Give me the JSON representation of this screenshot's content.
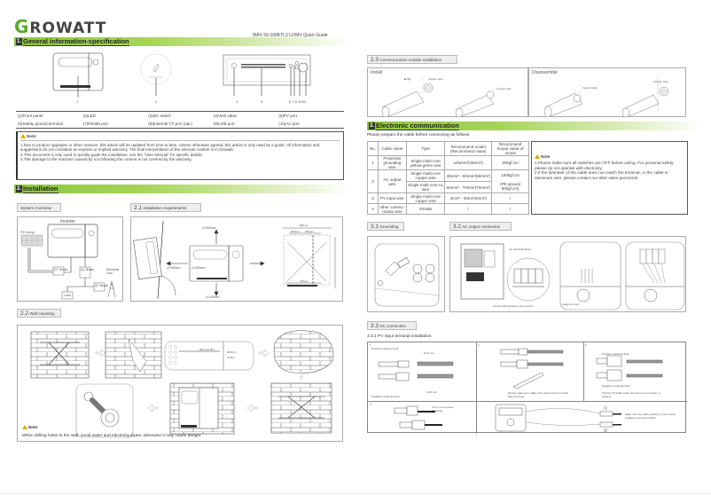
{
  "brand": {
    "logo_first": "G",
    "logo_rest": "ROWATT",
    "accent": "#8cc63f"
  },
  "doc_title": "MAX 50-100KTL3 LV/MV Quick Guide",
  "section1": {
    "num": "1.",
    "title": "General information-specification",
    "callouts": [
      "1",
      "2",
      "4",
      "5",
      "6",
      "7",
      "8",
      "10",
      "9",
      "3"
    ],
    "callout_group": "6 7  8 1093",
    "spec_items_row1": [
      "(1)Front panel",
      "(2)LED",
      "(3)DC switch",
      "(4)Vent valve",
      "(5)PV port"
    ],
    "spec_items_row2": [
      "(6)Safety ground terminal",
      "(7)RS485 port",
      "(8)External CT port  (opt.)",
      "(9)USB port",
      "(10)AC port"
    ],
    "note_title": "Note:",
    "notes": [
      "1.Due to product upgrades or other reasons, this article will be updated from time to time. Unless otherwise agreed, this article is only used as a guide. All information and suggestions do not constitute an express or implied warranty. The final interpretation of the relevant content is in Growatt",
      "2.This document is only used to quickly guide the installation, see the \"User Manual\" for specific details.",
      "3.The damage to the machine caused by not following the content is not covered by the warranty."
    ]
  },
  "section2": {
    "num": "2.",
    "title": "Installation",
    "system_overview": {
      "tab": "System  Overview",
      "inverter": "Inverter",
      "pv_array": "PV Array",
      "dc_break": "DC Break",
      "ac_break1": "AC Break",
      "ac_break2": "AC Break",
      "electrical_grid": "Electrical Grid",
      "load": "Load"
    },
    "requirements": {
      "tab_num": "2.1",
      "tab_label": "Installation  requirements",
      "clear_top": "≥1000mm",
      "clear_bottom": "≥1000mm",
      "clear_left": "≥1000mm",
      "clear_side": "≥1000mm",
      "dim_width": "860mm",
      "dim_hole_a": "533mm",
      "dim_hole_b": "350mm",
      "dim_height": "600mm",
      "dim_side": "340mm",
      "dim_bottom": "730mm"
    },
    "wall_mounting": {
      "tab_num": "2.2",
      "tab_label": "Wall mounting",
      "hole_spacing": "60mm(2.36\")",
      "hole_diameter": "Ø10mm",
      "hole_diameter_in": "(0.39\")",
      "note_title": "Note:",
      "note_text": "When drilling holes in the wall, avoid water and electricity pipes, otherwise it may cause danger."
    },
    "comm_module": {
      "tab_num": "2.3",
      "tab_label": "Communication module installation",
      "install": "Install",
      "disassemble": "Disassemble",
      "up": "▲Up",
      "inverter_side": "Inverter side"
    }
  },
  "section3": {
    "num": "3.",
    "title": "Electronic communication",
    "intro": "Please prepare the cable before connecting as follows.",
    "table_headers": [
      "No.",
      "Cable name",
      "Type",
      "Recommend model (Recommend value)",
      "Recommend troque value of screw"
    ],
    "table_rows": [
      {
        "no": "1",
        "name": "Protective grounding wire",
        "type": "Single  multi-core yellow-green wire",
        "model": "≥25mm²(25mm²)",
        "torque": "60kgf.cm"
      },
      {
        "no": "2",
        "name": "AC output wire",
        "type": "Single multi-core copper wire",
        "model": "35mm² - 50mm²(50mm²)",
        "torque": "100kgf.cm"
      },
      {
        "no": "",
        "name": "",
        "type": "Single multi-core AL  wire",
        "model": "50mm² - 70mm²(70mm²)",
        "torque": "(PE ground 60kgf.cm)"
      },
      {
        "no": "3",
        "name": "PV input wire",
        "type": "Single multi-core copper wire",
        "model": "4mm² - 6mm²(4mm²)",
        "torque": "/"
      },
      {
        "no": "4",
        "name": "other commu-nicatio wire",
        "type": "RS485",
        "model": "/",
        "torque": "/"
      }
    ],
    "note_title": "Note",
    "notes": [
      "1.Please make sure all switches are OFF before wiring. For personal safety, please do not operate with electricity.",
      "2.If the diameter of the cable does not match the terminal, or the cable is aluminum wire, please contact our after-sales personnel."
    ],
    "grounding": {
      "tab_num": "3.1",
      "tab_label": "Grounding"
    },
    "ac_output": {
      "tab_num": "3.2",
      "tab_label": "AC output connection",
      "terminal_block": "AC terminals block",
      "ground_holes": "Ground wiring holes in the inverter",
      "gasket": "Gasproof mud"
    },
    "dc_connection": {
      "tab_num": "3.3",
      "tab_label": "DC connection",
      "subtitle": "3.3.1 PV input terminal installation",
      "step1_num": "1",
      "positive_terminal": "Positive metal terminal",
      "negative_terminal": "Negative metal terminal",
      "strip_len_top": "8-10 mm",
      "strip_len_bottom": "8-10 mm",
      "step2_num": "2",
      "step2_text": "Please make sure cable can't pull out from terminal after pressing.",
      "step3_num": "3",
      "step3_positive": "Positive metal terminal",
      "step3_negative": "Negative metal terminal",
      "step3_text": "Pull the PV cable make sure there is no loosen or shaking.",
      "step4_num": "4",
      "lock_text": "Lock nut to ensure fastening.",
      "polarity_text": "Make sure the cable polarity is correct and voltage is less than 1100V."
    }
  }
}
